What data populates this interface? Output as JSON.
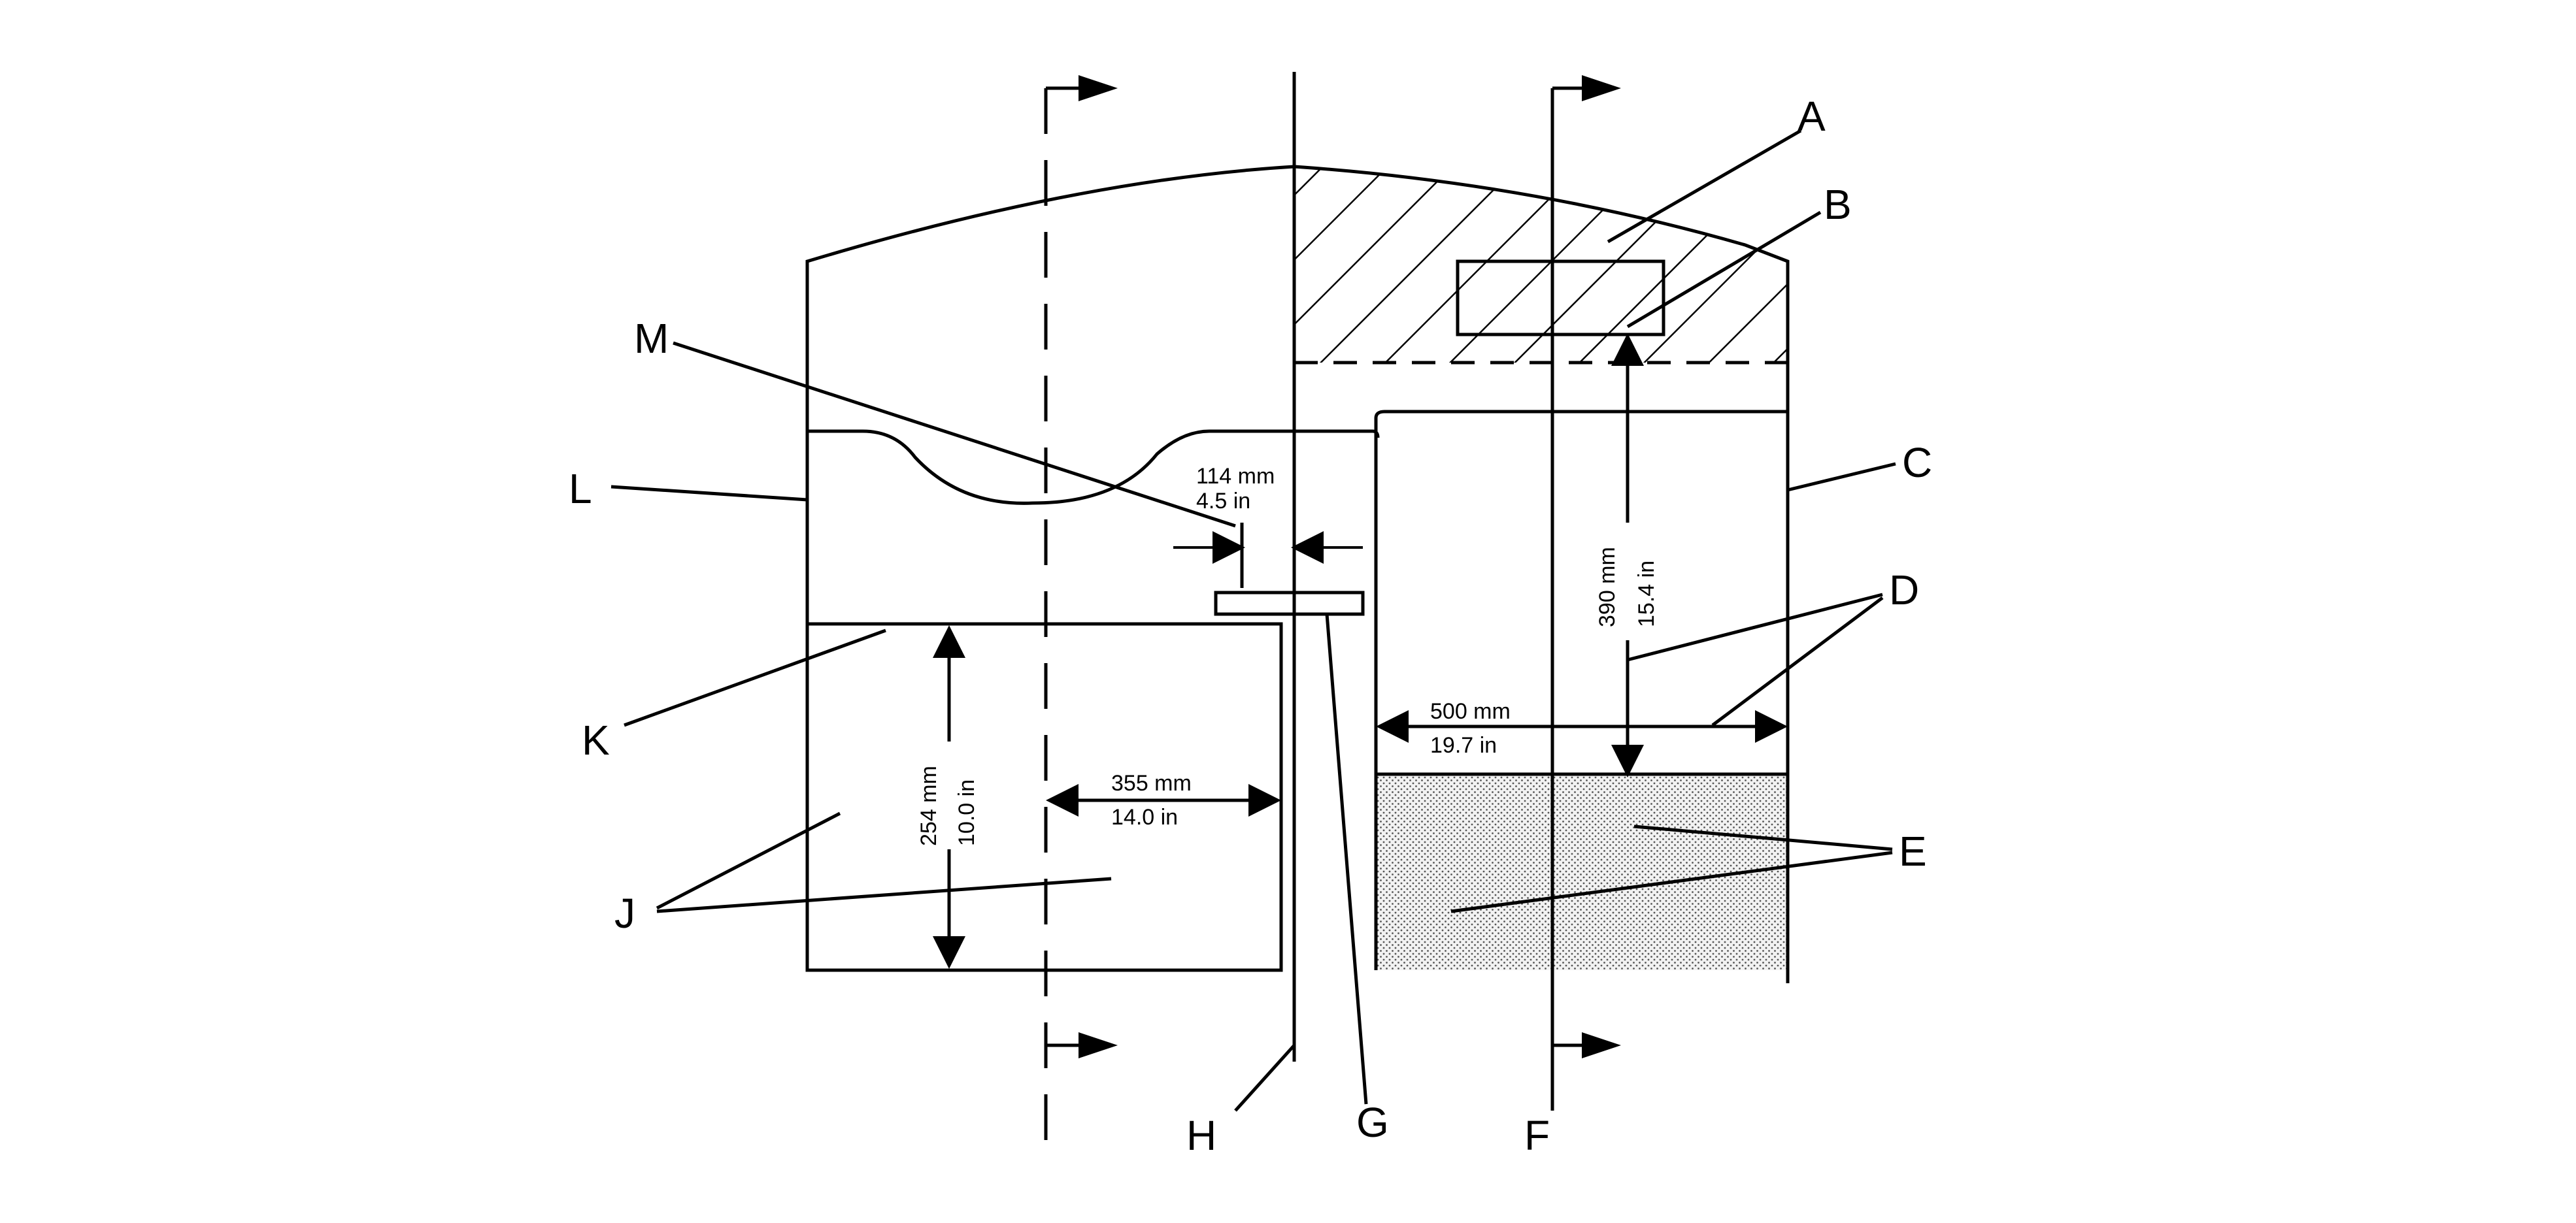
{
  "callouts": {
    "A": "A",
    "B": "B",
    "C": "C",
    "D": "D",
    "E": "E",
    "F": "F",
    "G": "G",
    "H": "H",
    "J": "J",
    "K": "K",
    "L": "L",
    "M": "M"
  },
  "dimensions": {
    "gap": {
      "mm": "114 mm",
      "in": "4.5 in"
    },
    "height_right": {
      "mm": "390 mm",
      "in": "15.4 in"
    },
    "width_right": {
      "mm": "500 mm",
      "in": "19.7 in"
    },
    "height_left": {
      "mm": "254 mm",
      "in": "10.0 in"
    },
    "width_left": {
      "mm": "355 mm",
      "in": "14.0 in"
    }
  }
}
